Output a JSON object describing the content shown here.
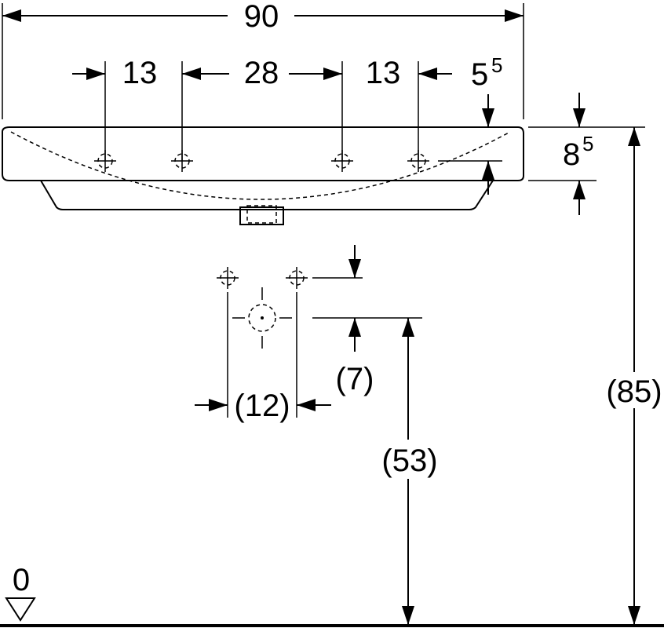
{
  "dimensions": {
    "total_width": "90",
    "spacing_left": "13",
    "spacing_middle": "28",
    "spacing_right": "13",
    "edge_offset": "5",
    "edge_offset_sup": "5",
    "rim_height": "8",
    "rim_height_sup": "5",
    "drain_spacing": "(12)",
    "drain_offset": "(7)",
    "drain_height": "(53)",
    "overall_height": "(85)",
    "floor_level": "0"
  }
}
